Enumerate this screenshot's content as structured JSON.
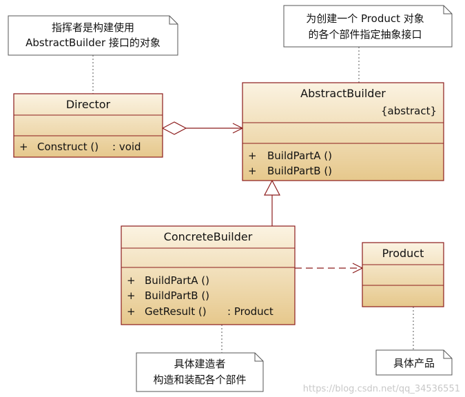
{
  "colors": {
    "class_fill_top": "#fbf3e2",
    "class_fill_bottom": "#e6c88c",
    "class_border": "#8b1a1a",
    "line": "#8b1a1a",
    "note_border": "#555555",
    "note_fill": "#ffffff",
    "watermark": "#c8c8c8"
  },
  "notes": {
    "director": {
      "lines": [
        "指挥者是构建使用",
        "AbstractBuilder 接口的对象"
      ]
    },
    "abstract_builder": {
      "lines": [
        "为创建一个 Product 对象",
        "的各个部件指定抽象接口"
      ]
    },
    "concrete_builder": {
      "lines": [
        "具体建造者",
        "构造和装配各个部件"
      ]
    },
    "product": {
      "lines": [
        "具体产品"
      ]
    }
  },
  "classes": {
    "director": {
      "name": "Director",
      "operations": [
        {
          "visibility": "+",
          "name": "Construct ()",
          "return": ": void"
        }
      ]
    },
    "abstract_builder": {
      "name": "AbstractBuilder",
      "stereotype": "{abstract}",
      "operations": [
        {
          "visibility": "+",
          "name": "BuildPartA ()"
        },
        {
          "visibility": "+",
          "name": "BuildPartB ()"
        }
      ]
    },
    "concrete_builder": {
      "name": "ConcreteBuilder",
      "operations": [
        {
          "visibility": "+",
          "name": "BuildPartA ()"
        },
        {
          "visibility": "+",
          "name": "BuildPartB ()"
        },
        {
          "visibility": "+",
          "name": "GetResult ()",
          "return": ": Product"
        }
      ]
    },
    "product": {
      "name": "Product"
    }
  },
  "relations": {
    "director_to_builder": "aggregation",
    "concrete_to_abstract": "generalization",
    "concrete_to_product": "dependency"
  },
  "watermark": "https://blog.csdn.net/qq_34536551"
}
